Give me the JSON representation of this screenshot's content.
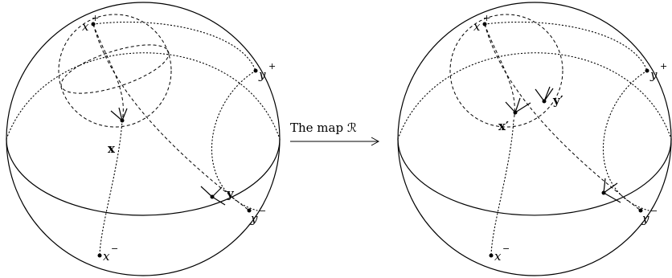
{
  "left_panel": {
    "labels": {
      "x_plus_base": "x",
      "x_plus_sup": "+",
      "y_plus_base": "y",
      "y_plus_sup": "+",
      "x_vec": "x",
      "y_vec": "y",
      "y_minus_base": "y",
      "y_minus_sup": "−",
      "x_minus_base": "x",
      "x_minus_sup": "−"
    }
  },
  "map_arrow": {
    "caption": "The map ℛ"
  },
  "right_panel": {
    "labels": {
      "x_plus_base": "x",
      "x_plus_sup": "+",
      "y_plus_base": "y",
      "y_plus_sup": "+",
      "x_vec": "x′",
      "y_vec": "y′",
      "y_minus_base": "y",
      "y_minus_sup": "−",
      "x_minus_base": "x",
      "x_minus_sup": "−"
    }
  }
}
